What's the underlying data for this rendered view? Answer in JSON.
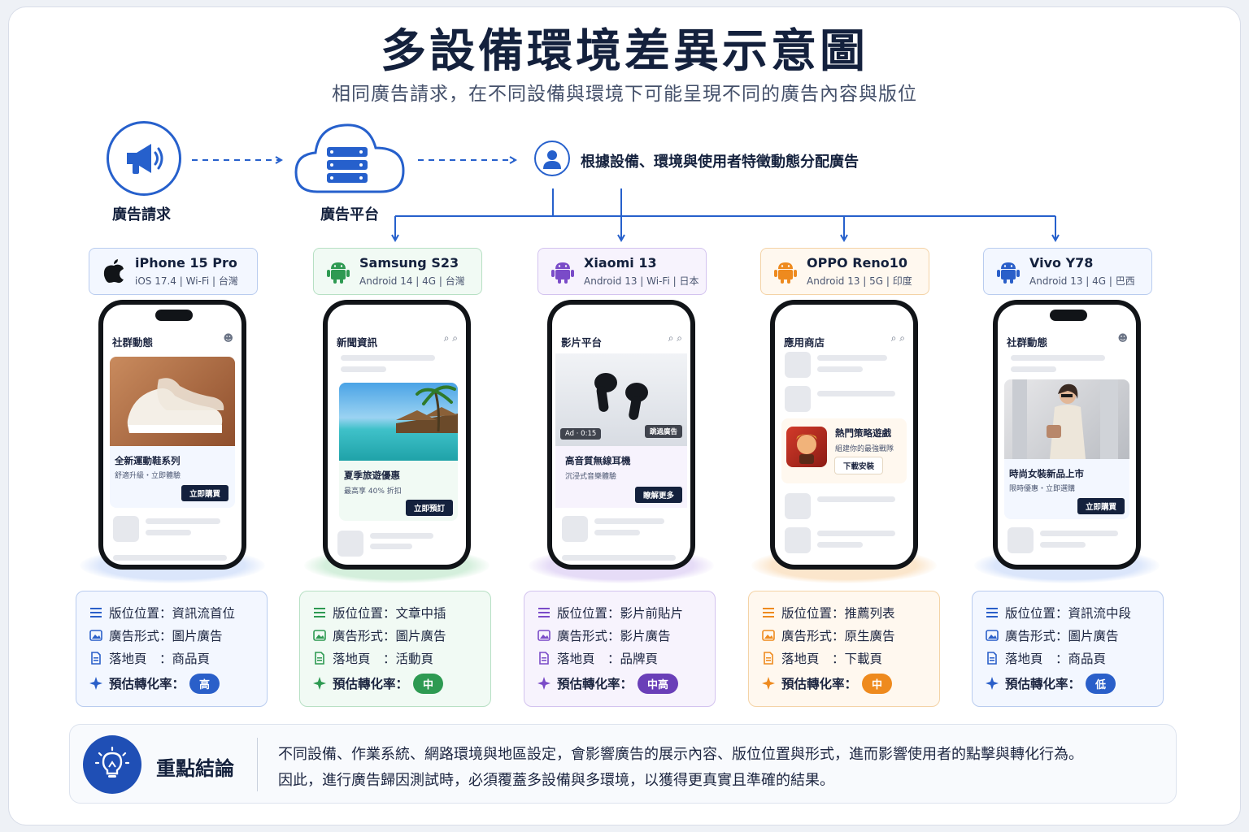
{
  "title": "多設備環境差異示意圖",
  "subtitle": "相同廣告請求，在不同設備與環境下可能呈現不同的廣告內容與版位",
  "flow": {
    "request_label": "廣告請求",
    "platform_label": "廣告平台",
    "description": "根據設備、環境與使用者特徵動態分配廣告"
  },
  "info_labels": {
    "placement": "版位位置：",
    "format": "廣告形式：",
    "landing": "落地頁　：",
    "conversion": "預估轉化率："
  },
  "devices": [
    {
      "name": "iPhone 15 Pro",
      "meta": "iOS 17.4 | Wi-Fi | 台灣",
      "icon": "apple-icon",
      "app_title": "社群動態",
      "ad_title": "全新運動鞋系列",
      "ad_sub": "舒適升級・立即體驗",
      "cta": "立即購買",
      "placement": "資訊流首位",
      "format": "圖片廣告",
      "landing": "商品頁",
      "conversion": "高",
      "accent": "#2a5fc9",
      "tint": "#f3f7ff",
      "border": "#b9ccef",
      "pill": "#2a5fc9",
      "glow": "#dbe6fb"
    },
    {
      "name": "Samsung S23",
      "meta": "Android 14 | 4G | 台灣",
      "icon": "android-icon",
      "app_title": "新聞資訊",
      "ad_title": "夏季旅遊優惠",
      "ad_sub": "最高享 40% 折扣",
      "cta": "立即預訂",
      "placement": "文章中插",
      "format": "圖片廣告",
      "landing": "活動頁",
      "conversion": "中",
      "accent": "#2e9a52",
      "tint": "#f1faf4",
      "border": "#b7e0c4",
      "pill": "#2e9a52",
      "glow": "#d4efdc"
    },
    {
      "name": "Xiaomi 13",
      "meta": "Android 13 | Wi-Fi | 日本",
      "icon": "android-icon",
      "app_title": "影片平台",
      "ad_title": "高音質無線耳機",
      "ad_sub": "沉浸式音樂體驗",
      "cta": "瞭解更多",
      "ad_tag": "Ad · 0:15",
      "skip": "跳過廣告",
      "placement": "影片前貼片",
      "format": "影片廣告",
      "landing": "品牌頁",
      "conversion": "中高",
      "accent": "#7a4bc8",
      "tint": "#f7f3fd",
      "border": "#d3c3ef",
      "pill": "#6a3fb8",
      "glow": "#e6dcf7"
    },
    {
      "name": "OPPO Reno10",
      "meta": "Android 13 | 5G | 印度",
      "icon": "android-icon",
      "app_title": "應用商店",
      "ad_title": "熱門策略遊戲",
      "ad_sub": "組建你的最強戰隊",
      "cta": "下載安裝",
      "placement": "推薦列表",
      "format": "原生廣告",
      "landing": "下載頁",
      "conversion": "中",
      "accent": "#ee8a1e",
      "tint": "#fff8ef",
      "border": "#f4d3a6",
      "pill": "#ee8a1e",
      "glow": "#fbe6cc"
    },
    {
      "name": "Vivo Y78",
      "meta": "Android 13 | 4G | 巴西",
      "icon": "android-icon",
      "app_title": "社群動態",
      "ad_title": "時尚女裝新品上市",
      "ad_sub": "限時優惠・立即選購",
      "cta": "立即購買",
      "placement": "資訊流中段",
      "format": "圖片廣告",
      "landing": "商品頁",
      "conversion": "低",
      "accent": "#2a5fc9",
      "tint": "#f3f7ff",
      "border": "#b9ccef",
      "pill": "#2a5fc9",
      "glow": "#dbe6fb"
    }
  ],
  "conclusion": {
    "title": "重點結論",
    "line1": "不同設備、作業系統、網路環境與地區設定，會影響廣告的展示內容、版位位置與形式，進而影響使用者的點擊與轉化行為。",
    "line2": "因此，進行廣告歸因測試時，必須覆蓋多設備與多環境，以獲得更真實且準確的結果。"
  }
}
